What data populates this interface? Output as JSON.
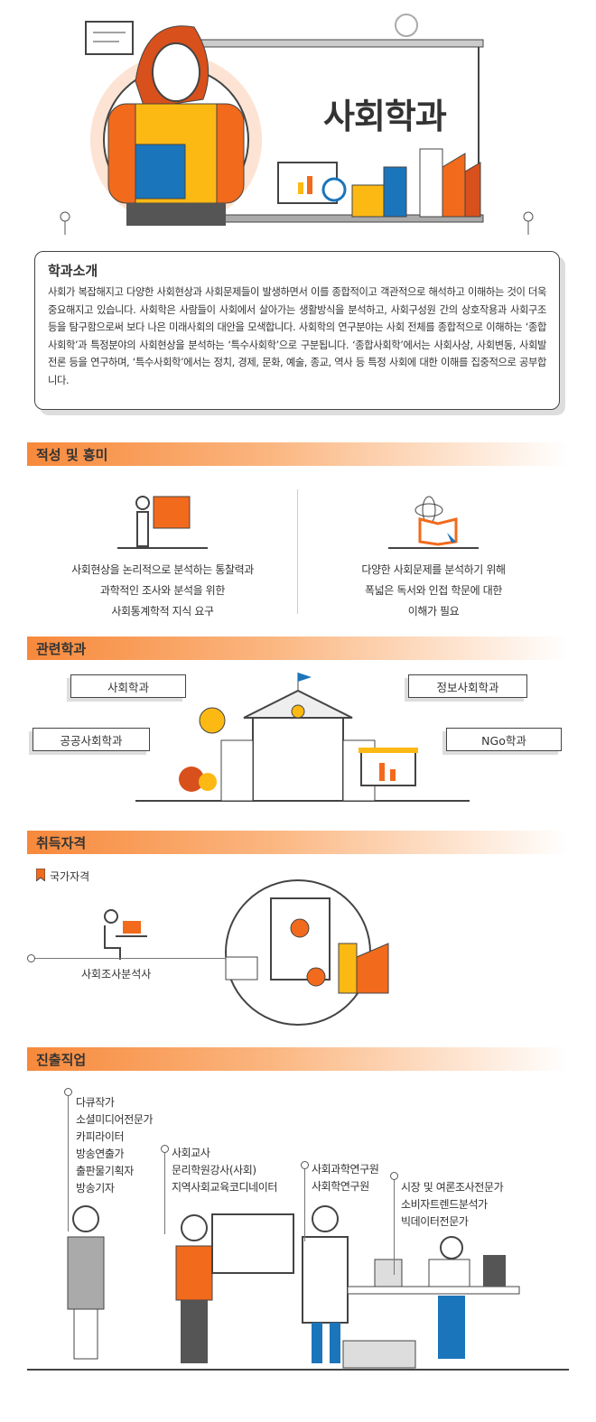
{
  "header": {
    "title": "사회학과"
  },
  "intro": {
    "heading": "학과소개",
    "body": "사회가 복잡해지고 다양한 사회현상과 사회문제들이 발생하면서 이를 종합적이고 객관적으로 해석하고 이해하는 것이 더욱 중요해지고 있습니다. 사회학은 사람들이 사회에서 살아가는 생활방식을 분석하고, 사회구성원 간의 상호작용과 사회구조 등을 탐구함으로써 보다 나은 미래사회의 대안을 모색합니다. 사회학의 연구분야는 사회 전체를 종합적으로 이해하는 ‘종합사회학’과 특정분야의 사회현상을 분석하는 ‘특수사회학’으로 구분됩니다. ‘종합사회학’에서는 사회사상, 사회변동, 사회발전론 등을 연구하며, ‘특수사회학’에서는 정치, 경제, 문화, 예술, 종교, 역사 등 특정 사회에 대한 이해를 집중적으로 공부합니다."
  },
  "aptitude": {
    "heading": "적성 및 흥미",
    "items": [
      {
        "lines": [
          "사회현상을 논리적으로 분석하는 통찰력과",
          "과학적인 조사와 분석을 위한",
          "사회통계학적 지식 요구"
        ]
      },
      {
        "lines": [
          "다양한 사회문제를 분석하기 위해",
          "폭넓은 독서와 인접 학문에 대한",
          "이해가 필요"
        ]
      }
    ]
  },
  "related": {
    "heading": "관련학과",
    "items": [
      "사회학과",
      "정보사회학과",
      "공공사회학과",
      "NGo학과"
    ]
  },
  "qualification": {
    "heading": "취득자격",
    "category": "국가자격",
    "items": [
      "사회조사분석사"
    ]
  },
  "careers": {
    "heading": "진출직업",
    "groups": [
      [
        "다큐작가",
        "소셜미디어전문가",
        "카피라이터",
        "방송연출가",
        "출판물기획자",
        "방송기자"
      ],
      [
        "사회교사",
        "문리학원강사(사회)",
        "지역사회교육코디네이터"
      ],
      [
        "사회과학연구원",
        "사회학연구원"
      ],
      [
        "시장 및 여론조사전문가",
        "소비자트렌드분석가",
        "빅데이터전문가"
      ]
    ]
  },
  "colors": {
    "accent": "#f7893b",
    "orange": "#f26a1b",
    "yellow": "#fdb913",
    "blue": "#1b75bb"
  }
}
